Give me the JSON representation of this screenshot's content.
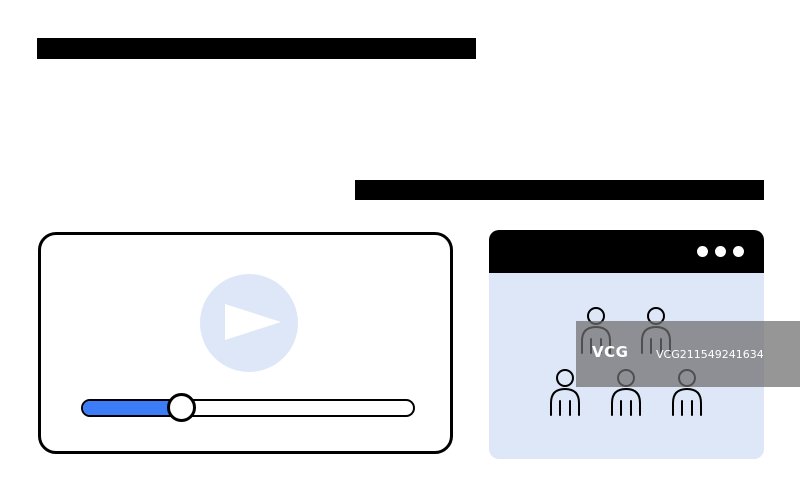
{
  "player": {
    "progress_fraction": 0.3,
    "accent_color": "#3d7cf7",
    "play_icon": "play-icon"
  },
  "browser": {
    "header_color": "#000000",
    "background_color": "#dde7f8",
    "dots_count": 3,
    "people_count": 5,
    "person_icon": "person-icon"
  },
  "watermark": {
    "logo": "VCG",
    "text": "VCG211549241634"
  }
}
